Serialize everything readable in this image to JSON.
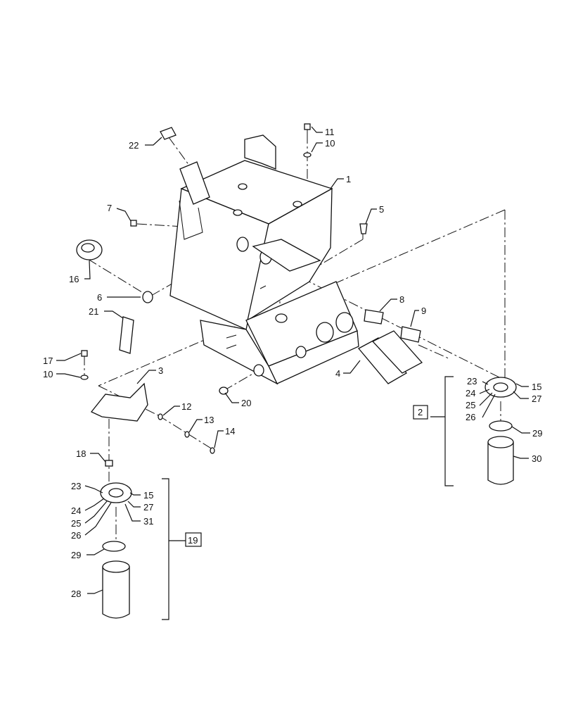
{
  "diagram": {
    "callouts": [
      "22",
      "11",
      "10",
      "1",
      "7",
      "5",
      "16",
      "6",
      "21",
      "8",
      "9",
      "17",
      "10",
      "3",
      "12",
      "13",
      "14",
      "20",
      "4",
      "23",
      "24",
      "25",
      "26",
      "15",
      "27",
      "2",
      "29",
      "30",
      "18",
      "23",
      "15",
      "24",
      "27",
      "25",
      "31",
      "26",
      "19",
      "29",
      "28"
    ]
  }
}
